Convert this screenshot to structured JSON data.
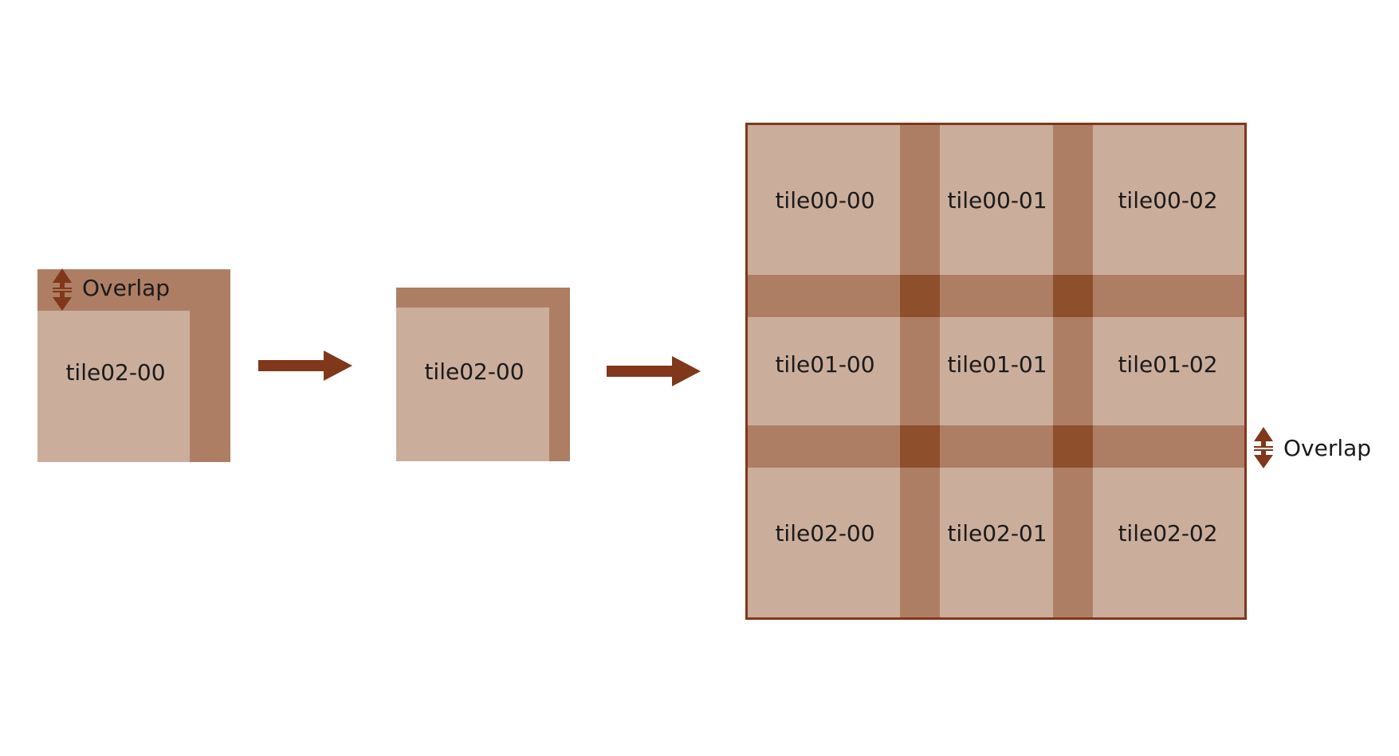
{
  "colors": {
    "tile_light": "#cbad9c",
    "overlap_band": "#ae7e64",
    "overlap_cross": "#8e4f2d",
    "arrow": "#80371a",
    "frame": "#80371a"
  },
  "stage1": {
    "overlap_label": "Overlap",
    "tile_label": "tile02-00"
  },
  "stage2": {
    "tile_label": "tile02-00"
  },
  "stage3": {
    "overlap_label": "Overlap",
    "tiles": [
      [
        "tile00-00",
        "tile00-01",
        "tile00-02"
      ],
      [
        "tile01-00",
        "tile01-01",
        "tile01-02"
      ],
      [
        "tile02-00",
        "tile02-01",
        "tile02-02"
      ]
    ]
  },
  "icons": {
    "flow_arrow": "right-arrow-icon",
    "overlap_indicator": "double-headed-vertical-arrow-icon"
  }
}
